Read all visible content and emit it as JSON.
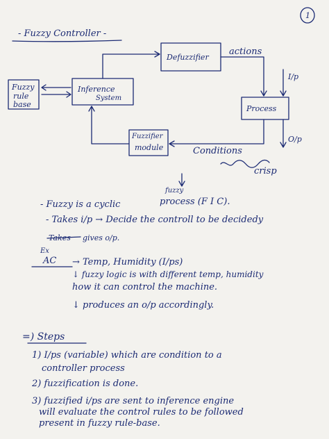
{
  "page": {
    "number": "1"
  },
  "title": "- Fuzzy Controller -",
  "diagram": {
    "rule_base": [
      "Fuzzy",
      "rule",
      "base"
    ],
    "inference": [
      "Inference",
      "System"
    ],
    "defuzzifier": "Defuzzifier",
    "actions": "actions",
    "input": "I/p",
    "process": "Process",
    "output": "O/p",
    "fuzzifier": [
      "Fuzzifier",
      "module"
    ],
    "conditions": "Conditions",
    "crisp": "crisp"
  },
  "notes": {
    "cyclic_prefix": "- Fuzzy is a cyclic",
    "fuzzy_insert": "fuzzy",
    "cyclic_suffix": "process (F I C).",
    "takes": "- Takes i/p → Decide the controll to be decidedy",
    "struck": "Takes",
    "gives": "gives o/p.",
    "ex": "Ex",
    "ac": "AC",
    "ac_line": "→ Temp, Humidity (I/ps)",
    "fuzzy_logic_1": "↓ fuzzy logic is with different temp, humidity",
    "fuzzy_logic_2": "how it can control the machine.",
    "produces": "↓ produces an o/p accordingly."
  },
  "steps": {
    "heading": "=) Steps",
    "items": [
      {
        "lines": [
          "1) I/ps (variable) which are condition to a",
          "controller process"
        ]
      },
      {
        "lines": [
          "2) fuzzification is done."
        ]
      },
      {
        "lines": [
          "3) fuzzified i/ps are sent to inference engine",
          "will evaluate the control rules to be followed",
          "present in fuzzy rule-base."
        ]
      }
    ]
  }
}
